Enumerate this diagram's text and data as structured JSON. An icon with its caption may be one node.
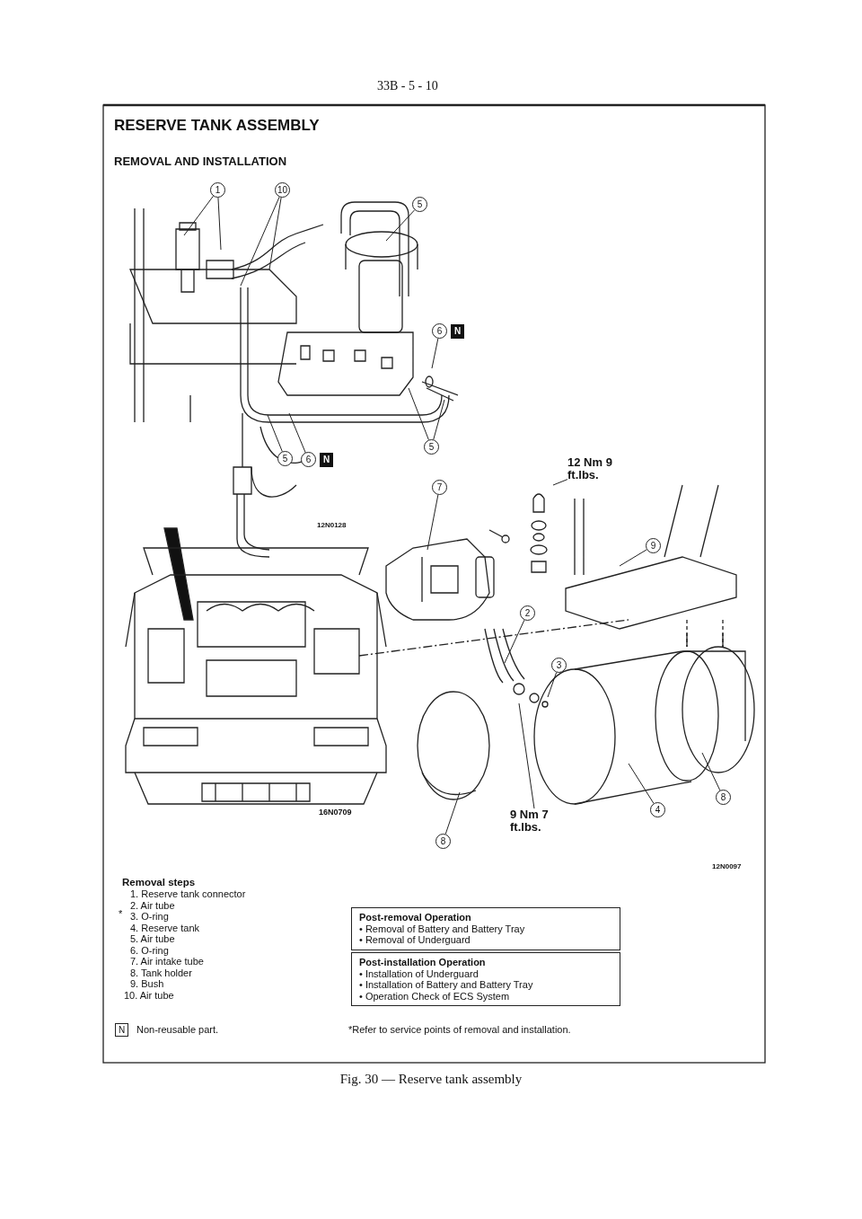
{
  "diagram": {
    "title": "RESERVE TANK ASSEMBLY",
    "caption": "Fig. 30 — Reserve tank assembly",
    "nodes": [
      {
        "text": [
          "1"
        ]
      },
      {
        "text": [
          "10"
        ]
      },
      {
        "text": [
          "5"
        ]
      },
      {
        "text": [
          "6",
          "N"
        ]
      },
      {
        "text": [
          "5"
        ]
      },
      {
        "text": [
          "6",
          "N"
        ]
      },
      {
        "text": [
          "5"
        ]
      },
      {
        "text": [
          "12 Nm 9 ft.lbs."
        ]
      },
      {
        "text": [
          "7"
        ]
      },
      {
        "text": [
          "9"
        ]
      },
      {
        "text": [
          "2"
        ]
      },
      {
        "text": [
          "3"
        ]
      },
      {
        "text": [
          "9 Nm 7 ft.lbs."
        ]
      },
      {
        "text": [
          "4"
        ]
      },
      {
        "text": [
          "8"
        ]
      },
      {
        "text": [
          "8"
        ]
      },
      {
        "text": [
          "Post-removal Operation",
          "• Removal of Battery and Battery Tray",
          "• Removal of Underguard"
        ]
      },
      {
        "text": [
          "Post-installation Operation",
          "• Installation of Underguard",
          "• Installation of Battery and Battery Tray",
          "• Operation Check of ECS System"
        ]
      }
    ],
    "edges": [
      {
        "from": 0,
        "to": null,
        "arrow": "none"
      },
      {
        "from": 0,
        "to": null,
        "arrow": "none"
      },
      {
        "from": 1,
        "to": null,
        "arrow": "none"
      },
      {
        "from": 1,
        "to": null,
        "arrow": "none"
      },
      {
        "from": 2,
        "to": null,
        "arrow": "none"
      },
      {
        "from": 3,
        "to": null,
        "arrow": "none"
      },
      {
        "from": 4,
        "to": null,
        "arrow": "none"
      },
      {
        "from": 5,
        "to": null,
        "arrow": "none"
      },
      {
        "from": 6,
        "to": null,
        "arrow": "none"
      },
      {
        "from": 6,
        "to": null,
        "arrow": "none"
      },
      {
        "from": 7,
        "to": null,
        "arrow": "none"
      },
      {
        "from": 8,
        "to": null,
        "arrow": "none"
      },
      {
        "from": 9,
        "to": null,
        "arrow": "none"
      },
      {
        "from": 10,
        "to": null,
        "arrow": "none"
      },
      {
        "from": 11,
        "to": null,
        "arrow": "none"
      },
      {
        "from": 12,
        "to": null,
        "arrow": "none"
      },
      {
        "from": 13,
        "to": null,
        "arrow": "none"
      },
      {
        "from": 14,
        "to": null,
        "arrow": "none"
      },
      {
        "from": 15,
        "to": null,
        "arrow": "none"
      }
    ],
    "labels": [
      "33B - 5 - 10",
      "REMOVAL AND INSTALLATION",
      "12N0128",
      "16N0709",
      "12N0097",
      "Removal steps",
      "1. Reserve tank connector",
      "*",
      "2. Air tube",
      "3. O-ring",
      "4. Reserve tank",
      "5. Air tube",
      "6. O-ring",
      "7. Air intake tube",
      "8. Tank holder",
      "9. Bush",
      "10. Air tube",
      "N",
      "Non-reusable part.",
      "*Refer to service points of removal and installation."
    ]
  }
}
